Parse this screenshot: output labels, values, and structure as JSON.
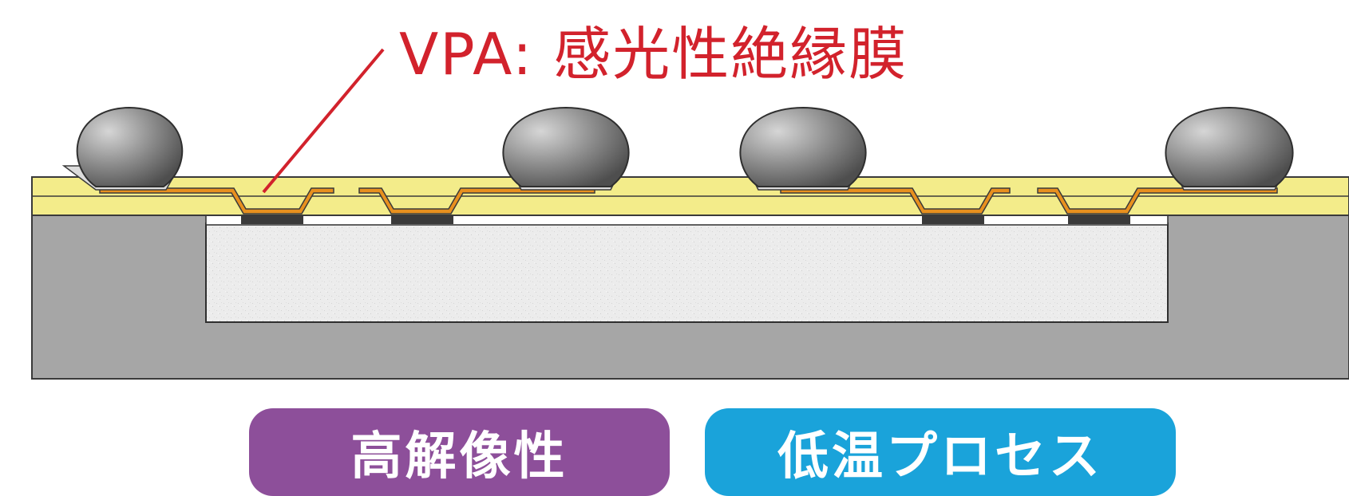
{
  "callout": {
    "label": "VPA: 感光性絶縁膜"
  },
  "badges": [
    {
      "label": "高解像性",
      "color": "#8d4f9a"
    },
    {
      "label": "低温プロセス",
      "color": "#1aa3da"
    }
  ],
  "colors": {
    "substrate": "#a6a6a6",
    "chip": "#ededed",
    "insulation_film": "#f3ec8a",
    "rewiring": "#e8901e",
    "pad": "#3a3a3a",
    "bump": "#7c7c7c",
    "callout_text": "#d2222c"
  }
}
